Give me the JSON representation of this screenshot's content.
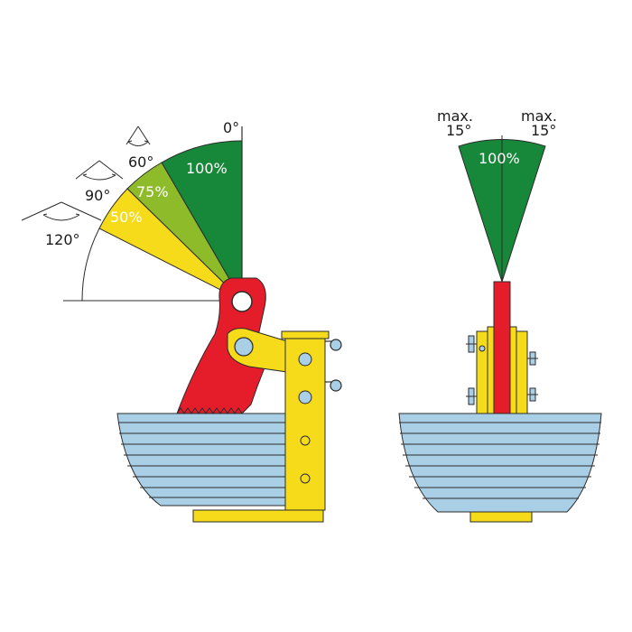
{
  "side_view": {
    "angle_top": "0°",
    "angle_60": "60°",
    "angle_90": "90°",
    "angle_120": "120°",
    "sector_100": "100%",
    "sector_75": "75%",
    "sector_50": "50%"
  },
  "front_view": {
    "left_max": "max.",
    "left_deg": "15°",
    "right_max": "max.",
    "right_deg": "15°",
    "sector_100": "100%"
  },
  "colors": {
    "green": "#17873a",
    "lime": "#8dbb2a",
    "yellow": "#f6db1a",
    "red": "#e51c2a",
    "plate": "#a9cfe6",
    "outline": "#2b2b2b"
  }
}
